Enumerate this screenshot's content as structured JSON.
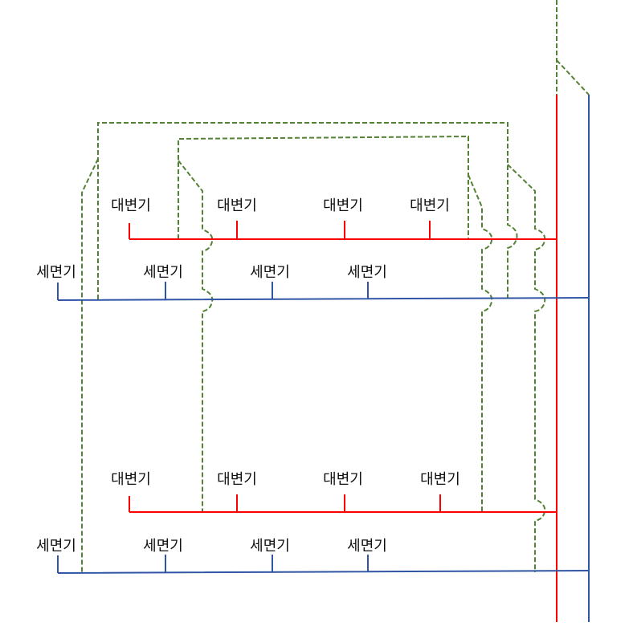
{
  "colors": {
    "drain": "#ff0000",
    "waste": "#2f55a4",
    "vent": "#548235"
  },
  "upper": {
    "toilets": [
      "대변기",
      "대변기",
      "대변기",
      "대변기"
    ],
    "sinks": [
      "세면기",
      "세면기",
      "세면기",
      "세면기"
    ]
  },
  "lower": {
    "toilets": [
      "대변기",
      "대변기",
      "대변기",
      "대변기"
    ],
    "sinks": [
      "세면기",
      "세면기",
      "세면기",
      "세면기"
    ]
  }
}
